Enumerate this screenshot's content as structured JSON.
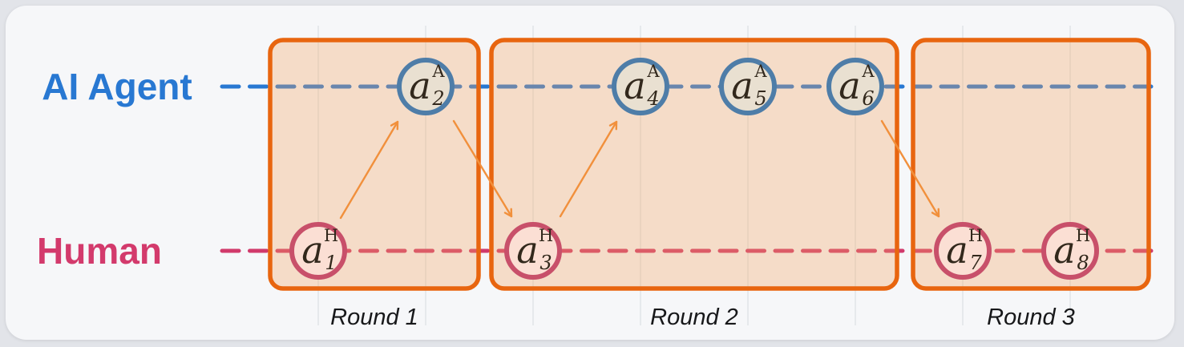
{
  "diagram": {
    "lanes": [
      {
        "id": "ai-agent",
        "label": "AI Agent",
        "color": "#2878d2"
      },
      {
        "id": "human",
        "label": "Human",
        "color": "#d33a6c"
      }
    ],
    "rounds": [
      {
        "label": "Round 1"
      },
      {
        "label": "Round 2"
      },
      {
        "label": "Round 3"
      }
    ],
    "nodes": [
      {
        "id": "a1",
        "base": "a",
        "sup": "H",
        "sub": "1",
        "lane": "Human",
        "round": "Round 1"
      },
      {
        "id": "a2",
        "base": "a",
        "sup": "A",
        "sub": "2",
        "lane": "AI Agent",
        "round": "Round 1"
      },
      {
        "id": "a3",
        "base": "a",
        "sup": "H",
        "sub": "3",
        "lane": "Human",
        "round": "Round 2"
      },
      {
        "id": "a4",
        "base": "a",
        "sup": "A",
        "sub": "4",
        "lane": "AI Agent",
        "round": "Round 2"
      },
      {
        "id": "a5",
        "base": "a",
        "sup": "A",
        "sub": "5",
        "lane": "AI Agent",
        "round": "Round 2"
      },
      {
        "id": "a6",
        "base": "a",
        "sup": "A",
        "sub": "6",
        "lane": "AI Agent",
        "round": "Round 2"
      },
      {
        "id": "a7",
        "base": "a",
        "sup": "H",
        "sub": "7",
        "lane": "Human",
        "round": "Round 3"
      },
      {
        "id": "a8",
        "base": "a",
        "sup": "H",
        "sub": "8",
        "lane": "Human",
        "round": "Round 3"
      }
    ],
    "arrows": [
      {
        "from": "a1",
        "to": "a2"
      },
      {
        "from": "a2",
        "to": "a3"
      },
      {
        "from": "a3",
        "to": "a4"
      },
      {
        "from": "a6",
        "to": "a7"
      }
    ],
    "colors": {
      "ai_line": "#2878d2",
      "human_line": "#d13a6b",
      "round_box_border": "#e8650f",
      "round_box_fill": "#fae3cf",
      "agent_node_stroke": "#4e7da8",
      "agent_node_fill": "#e9e0d1",
      "human_node_stroke": "#c8506a",
      "human_node_fill": "#fbdfd4",
      "arrow": "#f1903c",
      "node_text": "#32281c",
      "card_bg": "#f6f7f9"
    }
  }
}
